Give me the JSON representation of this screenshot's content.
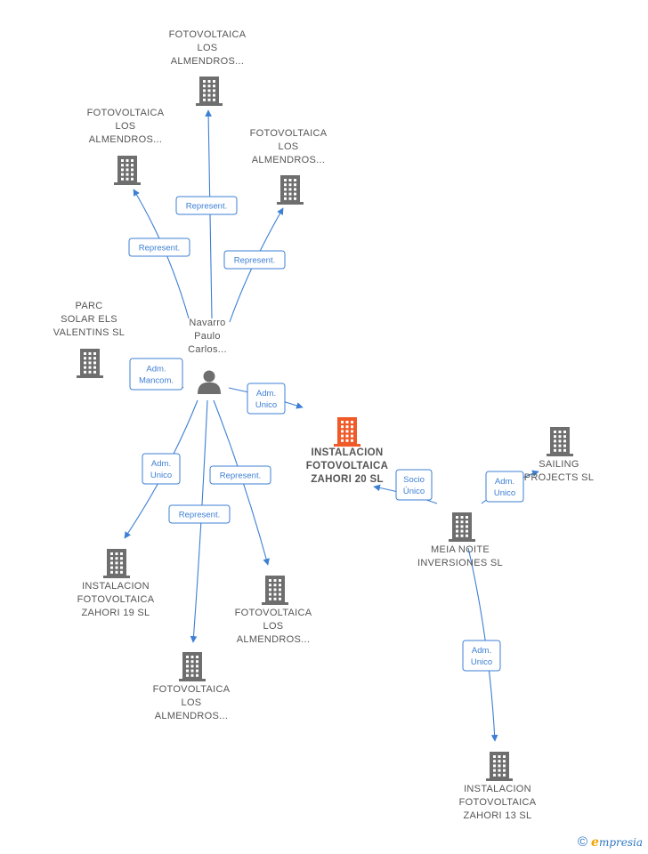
{
  "nodes": [
    {
      "id": "n_top",
      "kind": "company",
      "lines": [
        "FOTOVOLTAICA",
        "LOS",
        "ALMENDROS..."
      ]
    },
    {
      "id": "n_left1",
      "kind": "company",
      "lines": [
        "FOTOVOLTAICA",
        "LOS",
        "ALMENDROS..."
      ]
    },
    {
      "id": "n_right1",
      "kind": "company",
      "lines": [
        "FOTOVOLTAICA",
        "LOS",
        "ALMENDROS..."
      ]
    },
    {
      "id": "n_parc",
      "kind": "company",
      "lines": [
        "PARC",
        "SOLAR ELS",
        "VALENTINS SL"
      ]
    },
    {
      "id": "n_person",
      "kind": "person",
      "lines": [
        "Navarro",
        "Paulo",
        "Carlos..."
      ]
    },
    {
      "id": "n_main",
      "kind": "company",
      "highlight": true,
      "lines": [
        "INSTALACION",
        "FOTOVOLTAICA",
        "ZAHORI 20 SL"
      ]
    },
    {
      "id": "n_sailing",
      "kind": "company",
      "lines": [
        "SAILING",
        "PROJECTS SL"
      ]
    },
    {
      "id": "n_meia",
      "kind": "company",
      "lines": [
        "MEIA NOITE",
        "INVERSIONES SL"
      ]
    },
    {
      "id": "n_z19",
      "kind": "company",
      "lines": [
        "INSTALACION",
        "FOTOVOLTAICA",
        "ZAHORI 19 SL"
      ]
    },
    {
      "id": "n_bot_mid",
      "kind": "company",
      "lines": [
        "FOTOVOLTAICA",
        "LOS",
        "ALMENDROS..."
      ]
    },
    {
      "id": "n_bot_left",
      "kind": "company",
      "lines": [
        "FOTOVOLTAICA",
        "LOS",
        "ALMENDROS..."
      ]
    },
    {
      "id": "n_z13",
      "kind": "company",
      "lines": [
        "INSTALACION",
        "FOTOVOLTAICA",
        "ZAHORI 13 SL"
      ]
    }
  ],
  "edges": [
    {
      "id": "e1",
      "from": "n_person",
      "to": "n_top",
      "label": [
        "Represent."
      ]
    },
    {
      "id": "e2",
      "from": "n_person",
      "to": "n_left1",
      "label": [
        "Represent."
      ]
    },
    {
      "id": "e3",
      "from": "n_person",
      "to": "n_right1",
      "label": [
        "Represent."
      ]
    },
    {
      "id": "e4",
      "from": "n_person",
      "to": "n_parc",
      "label": [
        "Adm.",
        "Mancom."
      ]
    },
    {
      "id": "e5",
      "from": "n_person",
      "to": "n_main",
      "label": [
        "Adm.",
        "Unico"
      ]
    },
    {
      "id": "e6",
      "from": "n_person",
      "to": "n_z19",
      "label": [
        "Adm.",
        "Unico"
      ]
    },
    {
      "id": "e7",
      "from": "n_person",
      "to": "n_bot_left",
      "label": [
        "Represent."
      ]
    },
    {
      "id": "e8",
      "from": "n_person",
      "to": "n_bot_mid",
      "label": [
        "Represent."
      ]
    },
    {
      "id": "e9",
      "from": "n_meia",
      "to": "n_main",
      "label": [
        "Socio",
        "Único"
      ]
    },
    {
      "id": "e10",
      "from": "n_meia",
      "to": "n_sailing",
      "label": [
        "Adm.",
        "Unico"
      ]
    },
    {
      "id": "e11",
      "from": "n_meia",
      "to": "n_z13",
      "label": [
        "Adm.",
        "Unico"
      ]
    }
  ],
  "colors": {
    "edge": "#3d7fd4",
    "building": "#6e6e6e",
    "highlight": "#f05a28",
    "person": "#6e6e6e"
  },
  "footer": {
    "copyright": "©",
    "brand_initial": "e",
    "brand_rest": "mpresia"
  }
}
